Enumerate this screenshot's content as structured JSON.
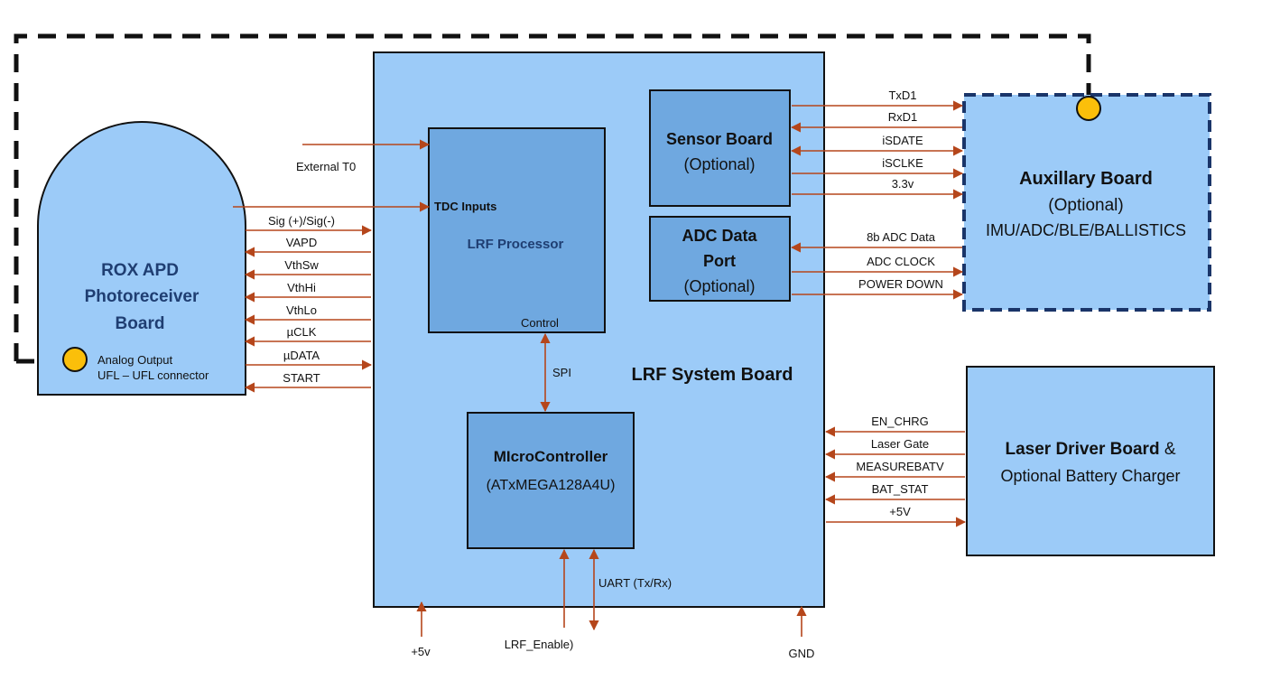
{
  "blocks": {
    "system_board": "LRF System Board",
    "processor": "LRF Processor",
    "tdc_inputs": "TDC Inputs",
    "control": "Control",
    "spi": "SPI",
    "sensor_board": {
      "line1": "Sensor Board",
      "line2": "(Optional)"
    },
    "adc_port": {
      "line1": "ADC Data",
      "line2": "Port",
      "line3": "(Optional)"
    },
    "micro": {
      "line1": "MIcroController",
      "line2": "(ATxMEGA128A4U)"
    },
    "apd": {
      "line1": "ROX APD",
      "line2": "Photoreceiver",
      "line3": "Board",
      "analog1": "Analog Output",
      "analog2": "UFL – UFL connector"
    },
    "aux": {
      "line1": "Auxillary Board",
      "line2": "(Optional)",
      "line3": "IMU/ADC/BLE/BALLISTICS"
    },
    "laser": {
      "line1a": "Laser Driver Board",
      "line1b": " &",
      "line2": "Optional Battery Charger"
    }
  },
  "signals": {
    "external_t0": "External T0",
    "apd": [
      "Sig (+)/Sig(-)",
      "VAPD",
      "VthSw",
      "VthHi",
      "VthLo",
      "µCLK",
      "µDATA",
      "START"
    ],
    "sensor": [
      "TxD1",
      "RxD1",
      "iSDATE",
      "iSCLKE",
      "3.3v"
    ],
    "adc": [
      "8b ADC Data",
      "ADC CLOCK",
      "POWER DOWN"
    ],
    "laser": [
      "EN_CHRG",
      "Laser Gate",
      "MEASUREBATV",
      "BAT_STAT",
      "+5V"
    ],
    "bottom": {
      "p5v": "+5v",
      "lrf_enable": "LRF_Enable)",
      "uart": "UART (Tx/Rx)",
      "gnd": "GND"
    }
  },
  "colors": {
    "board_fill": "#9ccbf8",
    "block_fill": "#6fa8e0",
    "wire": "#b5461b",
    "connector": "#fbbf0a",
    "aux_border": "#1a3569"
  }
}
